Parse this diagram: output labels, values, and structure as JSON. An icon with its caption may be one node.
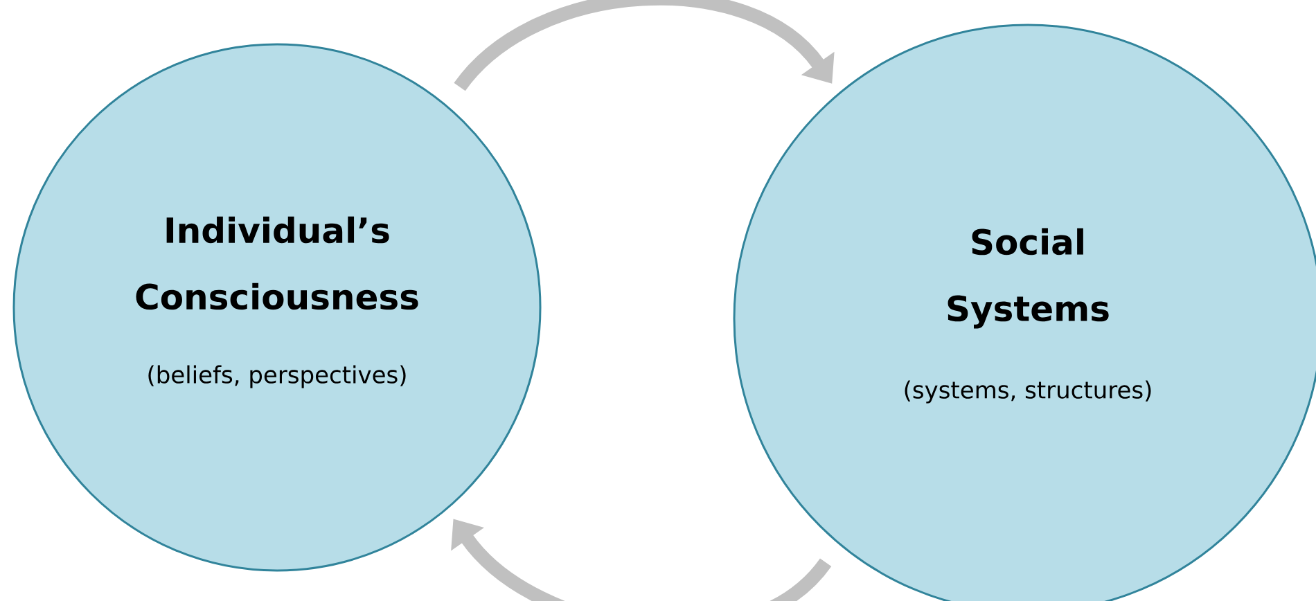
{
  "diagram": {
    "nodes": [
      {
        "text": [
          "Individual’s Consciousness",
          "(beliefs, perspectives)"
        ]
      },
      {
        "text": [
          "Social Systems",
          "(systems, structures)"
        ]
      }
    ],
    "edges": [
      {
        "from": 0,
        "to": 1,
        "arrow": "to"
      },
      {
        "from": 1,
        "to": 0,
        "arrow": "to"
      }
    ]
  }
}
